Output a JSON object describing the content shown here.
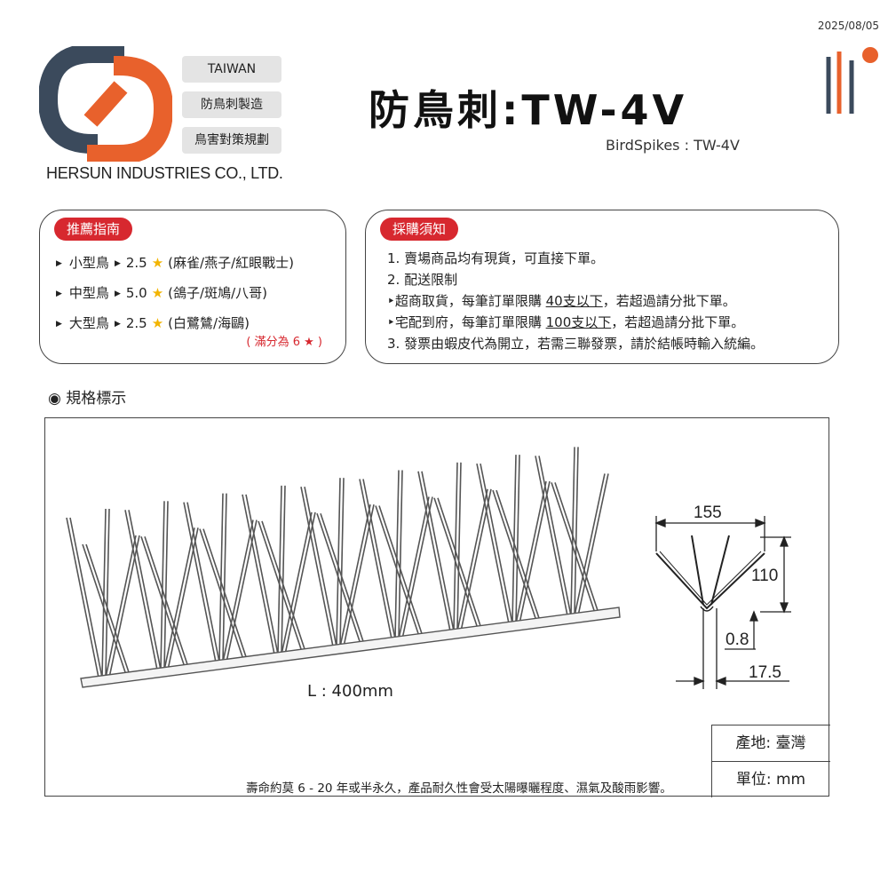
{
  "date": "2025/08/05",
  "brand": {
    "tags": [
      "TAIWAN",
      "防鳥刺製造",
      "鳥害對策規劃"
    ],
    "company": "HERSUN INDUSTRIES CO., LTD.",
    "colors": {
      "orange": "#e8612c",
      "slate": "#3b4a5c",
      "red": "#d7282f",
      "star": "#f2b400"
    }
  },
  "product": {
    "title": "防鳥刺:TW-4V",
    "subtitle": "BirdSpikes : TW-4V"
  },
  "recommend": {
    "label": "推薦指南",
    "items": [
      {
        "bird": "小型鳥",
        "score": "2.5",
        "examples": "(麻雀/燕子/紅眼戰士)"
      },
      {
        "bird": "中型鳥",
        "score": "5.0",
        "examples": "(鴿子/斑鳩/八哥)"
      },
      {
        "bird": "大型鳥",
        "score": "2.5",
        "examples": "(白鷺鷥/海鷗)"
      }
    ],
    "full_score": "( 滿分為 6 ★ )"
  },
  "purchase": {
    "label": "採購須知",
    "line1": "1. 賣場商品均有現貨，可直接下單。",
    "line2": "2. 配送限制",
    "line3_pre": "‣超商取貨，每筆訂單限購 ",
    "line3_u": "40支以下",
    "line3_post": "，若超過請分批下單。",
    "line4_pre": "‣宅配到府，每筆訂單限購 ",
    "line4_u": "100支以下",
    "line4_post": "，若超過請分批下單。",
    "line5": "3. 發票由蝦皮代為開立，若需三聯發票，請於結帳時輸入統編。"
  },
  "spec": {
    "heading": "◉ 規格標示",
    "length": "L : 400mm",
    "dims": {
      "width": "155",
      "height": "110",
      "thickness": "0.8",
      "base": "17.5"
    },
    "life_note": "壽命約莫 6 - 20 年或半永久，產品耐久性會受太陽曝曬程度、濕氣及酸雨影響。",
    "origin": "產地: 臺灣",
    "unit": "單位: mm"
  }
}
